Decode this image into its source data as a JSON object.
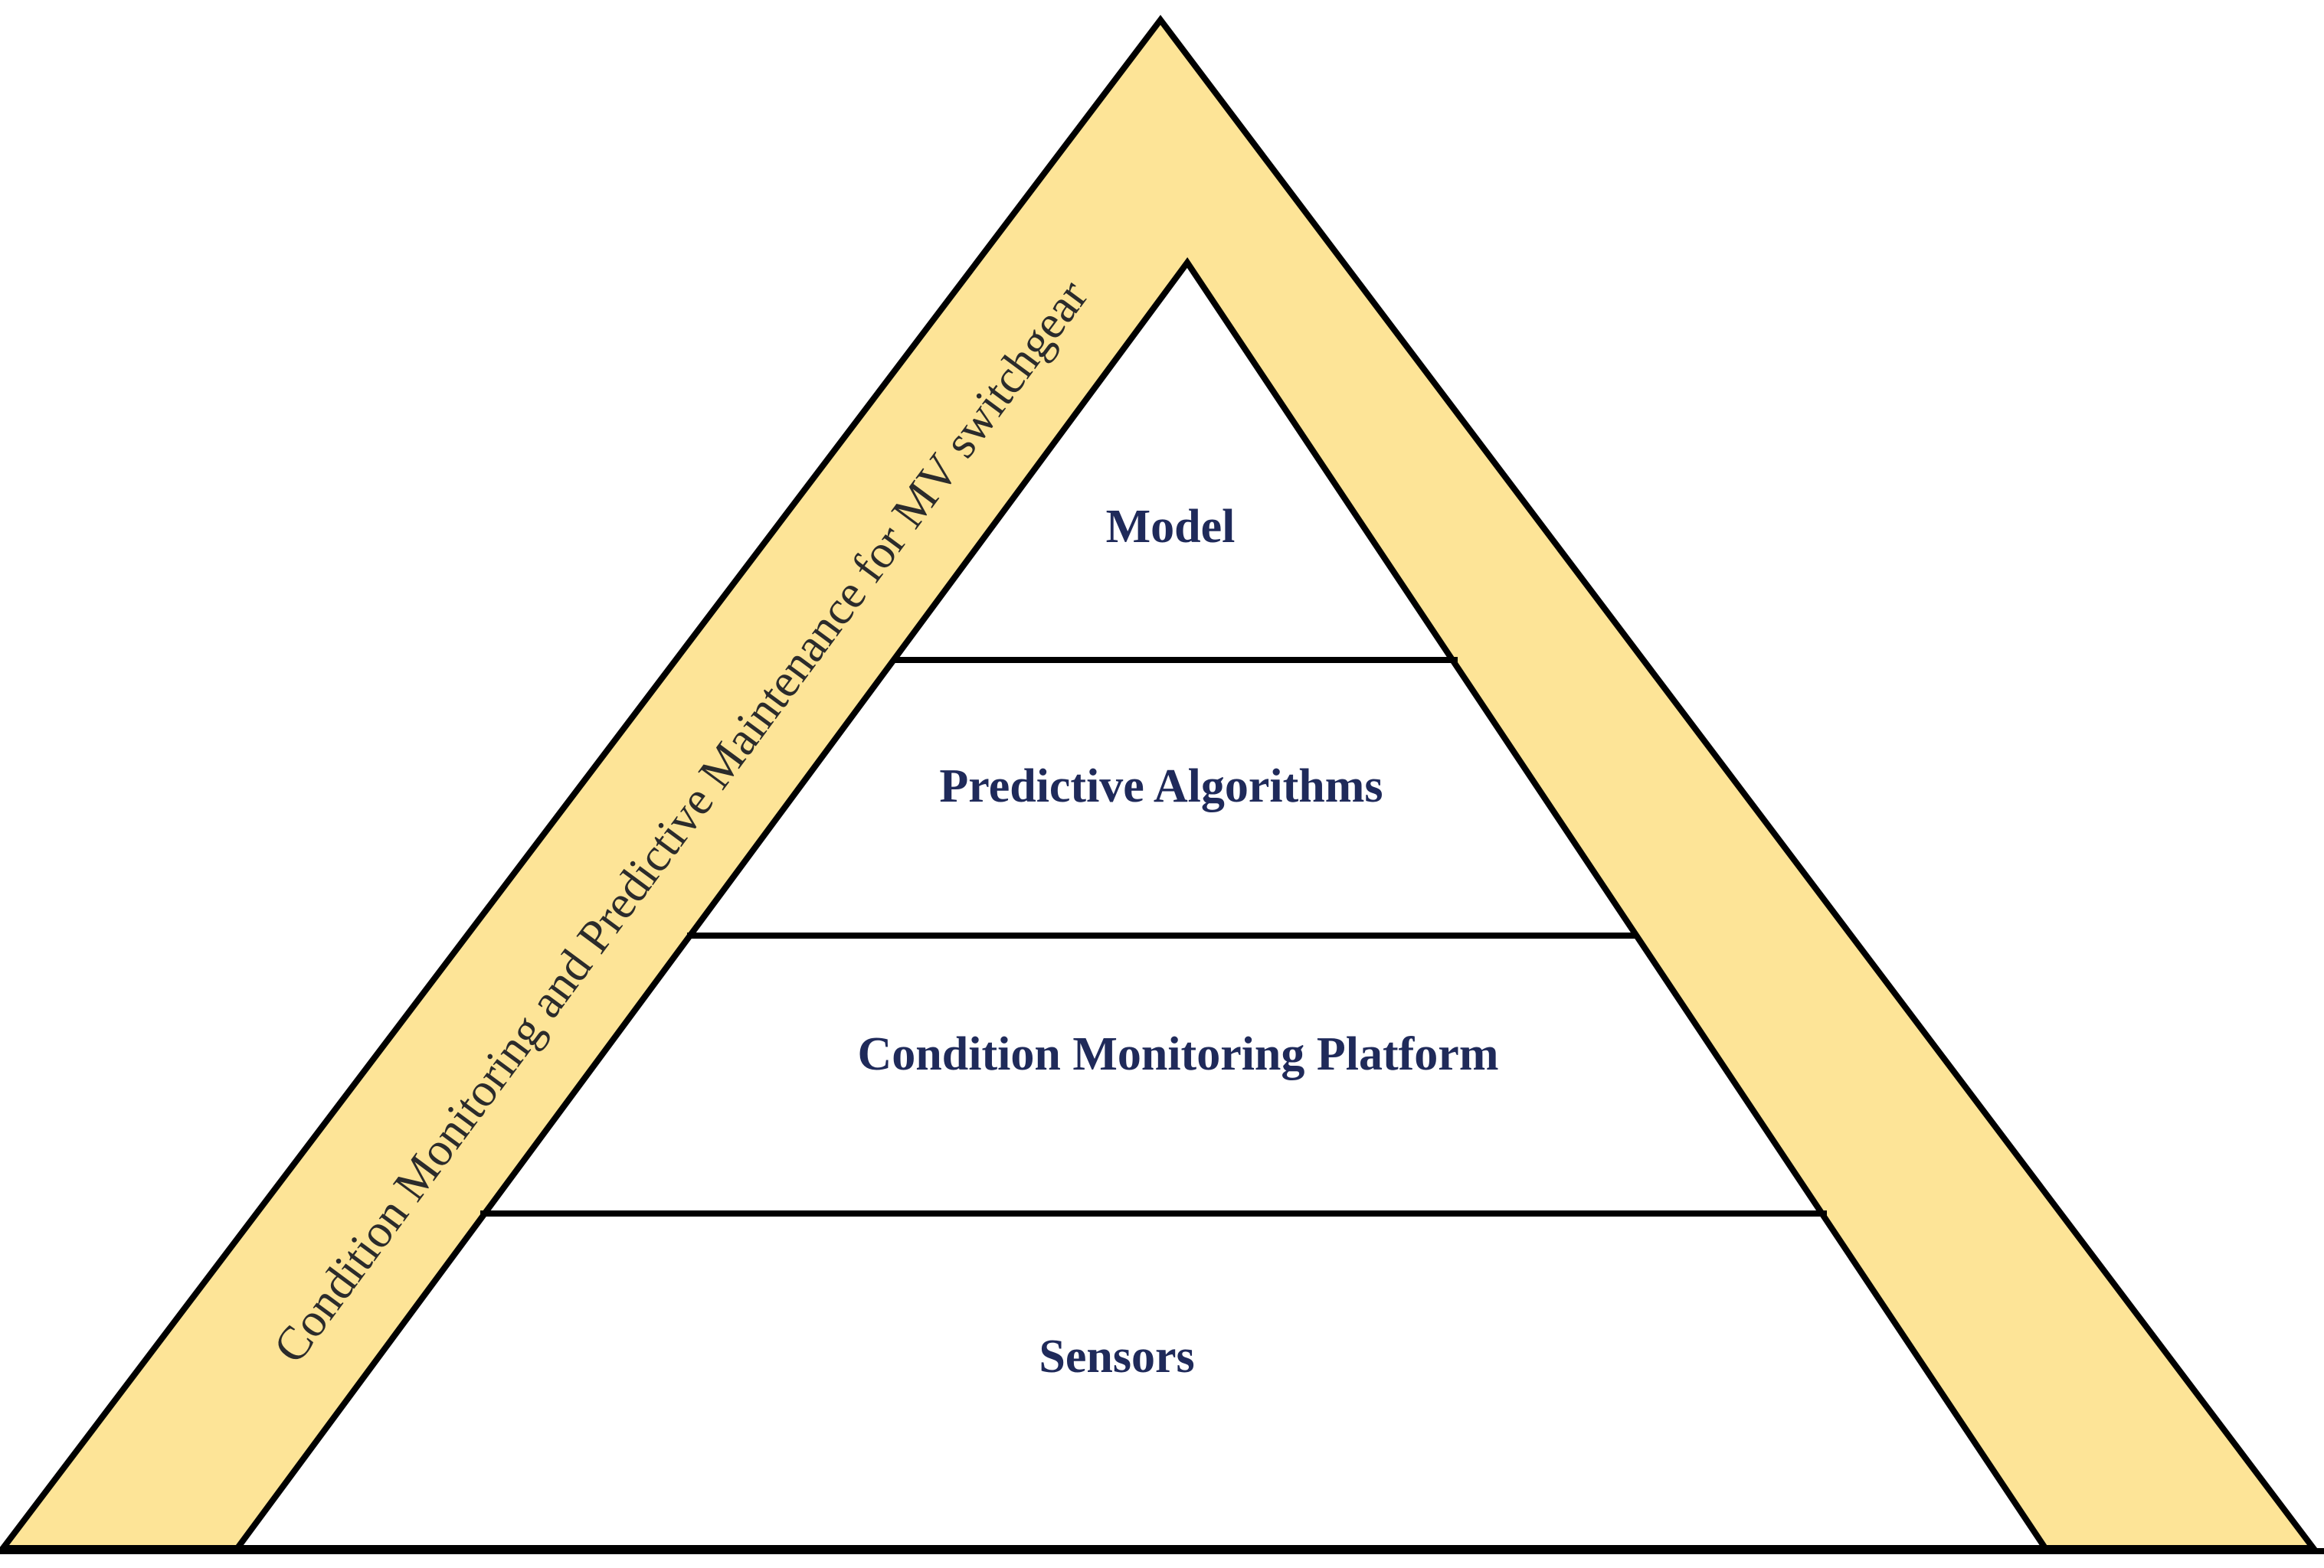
{
  "diagram": {
    "band_label": "Condition Monitoring and Predictive Maintenance for MV switchgear",
    "layers": [
      "Model",
      "Predictive Algorithms",
      "Condition Monitoring Platform",
      "Sensors"
    ]
  },
  "colors": {
    "band_fill": "#fde497",
    "layer_fill": "#ffffff",
    "outline": "#000000",
    "layer_text": "#1f2a5a",
    "band_text": "#2b2b2b"
  }
}
